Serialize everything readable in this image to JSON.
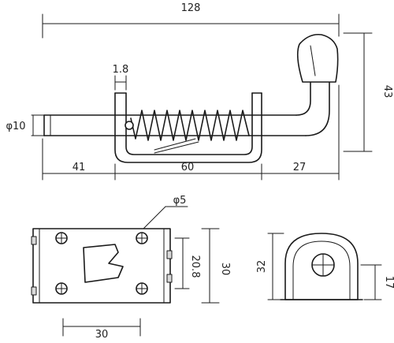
{
  "views": {
    "side": {
      "overall_length": "128",
      "height": "43",
      "plate_thickness": "1.8",
      "pin_diameter": "φ10",
      "left_segment": "41",
      "spring_section": "60",
      "right_segment": "27"
    },
    "front": {
      "hole_diameter": "φ5",
      "hole_spacing": "20.8",
      "plate_height": "30",
      "width_bottom": "30"
    },
    "end": {
      "total_height": "32",
      "eye_height": "17"
    }
  }
}
